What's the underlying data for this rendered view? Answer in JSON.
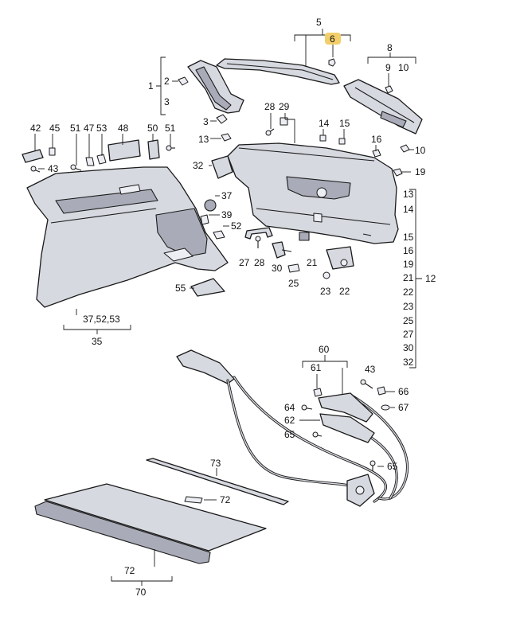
{
  "highlight_color": "#f2cf6a",
  "part_color": "#d7d9e1",
  "labels": {
    "l5": "5",
    "l6": "6",
    "l8": "8",
    "l9": "9",
    "l10a": "10",
    "l1": "1",
    "l2": "2",
    "l3a": "3",
    "l3b": "3",
    "l28a": "28",
    "l29": "29",
    "l14a": "14",
    "l15a": "15",
    "l13a": "13",
    "l16a": "16",
    "l10b": "10",
    "l19a": "19",
    "l42": "42",
    "l45": "45",
    "l51a": "51",
    "l47": "47",
    "l53": "53",
    "l48": "48",
    "l50": "50",
    "l51b": "51",
    "l43a": "43",
    "l32": "32",
    "l37": "37",
    "l39": "39",
    "l52": "52",
    "l27a": "27",
    "l28b": "28",
    "l30a": "30",
    "l21a": "21",
    "l25a": "25",
    "l23a": "23",
    "l22a": "22",
    "l55": "55",
    "l3753": "37,52,53",
    "l35": "35",
    "r13": "13",
    "r14": "14",
    "r15": "15",
    "r16": "16",
    "r19": "19",
    "r21": "21",
    "r22": "22",
    "r23": "23",
    "r25": "25",
    "r27": "27",
    "r30": "30",
    "r32": "32",
    "r12": "12",
    "l60": "60",
    "l61": "61",
    "l43b": "43",
    "l66": "66",
    "l64": "64",
    "l67": "67",
    "l62": "62",
    "l65a": "65",
    "l65b": "65",
    "l73": "73",
    "l72a": "72",
    "l72b": "72",
    "l70": "70"
  }
}
